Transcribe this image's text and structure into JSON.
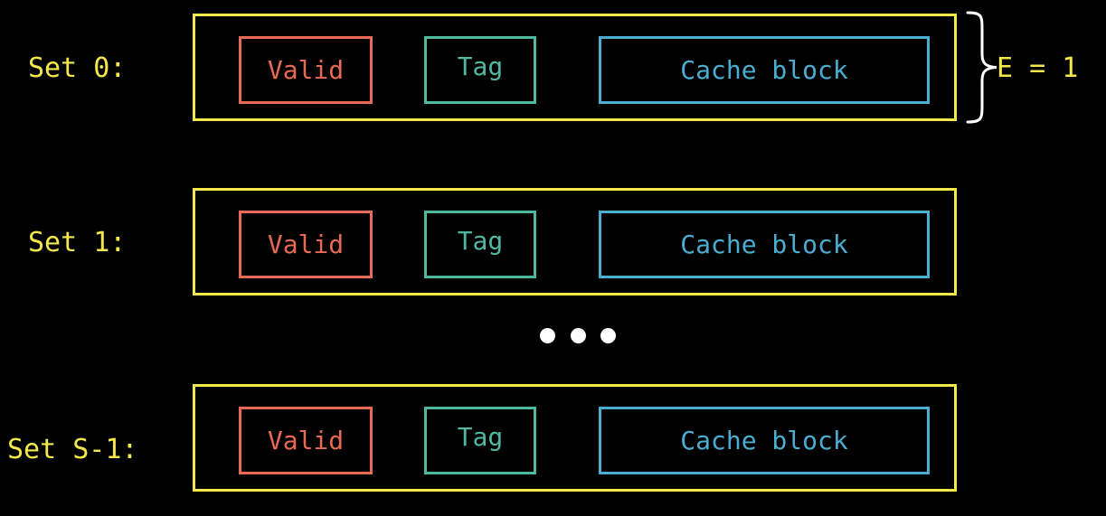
{
  "colors": {
    "background": "#000000",
    "set_frame": "#f5e84a",
    "valid": "#e86a53",
    "tag": "#4fb8a0",
    "cache_block": "#4aaed2",
    "ellipsis": "#ffffff"
  },
  "sets": [
    {
      "label": "Set 0:",
      "valid": "Valid",
      "tag": "Tag",
      "block": "Cache block"
    },
    {
      "label": "Set 1:",
      "valid": "Valid",
      "tag": "Tag",
      "block": "Cache block"
    },
    {
      "label": "Set S-1:",
      "valid": "Valid",
      "tag": "Tag",
      "block": "Cache block"
    }
  ],
  "annotation": {
    "lines_per_set": "E = 1"
  }
}
